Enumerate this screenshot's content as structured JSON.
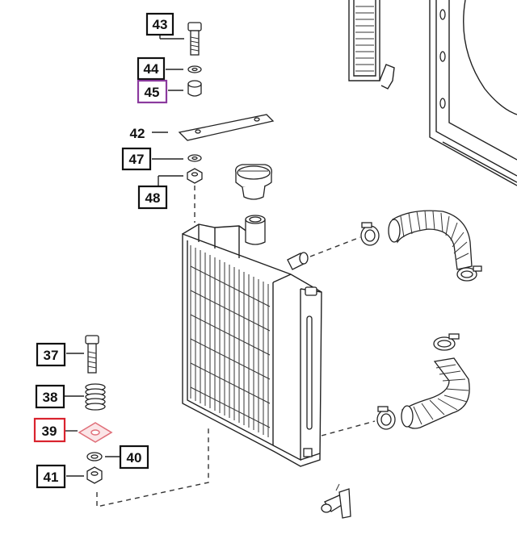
{
  "callouts": [
    {
      "id": "43",
      "label": "43",
      "style": "boxed"
    },
    {
      "id": "44",
      "label": "44",
      "style": "boxed"
    },
    {
      "id": "45",
      "label": "45",
      "style": "boxed",
      "color": "#8B3A9E"
    },
    {
      "id": "42",
      "label": "42",
      "style": "plain"
    },
    {
      "id": "47",
      "label": "47",
      "style": "boxed"
    },
    {
      "id": "48",
      "label": "48",
      "style": "boxed"
    },
    {
      "id": "37",
      "label": "37",
      "style": "boxed"
    },
    {
      "id": "38",
      "label": "38",
      "style": "boxed"
    },
    {
      "id": "39",
      "label": "39",
      "style": "boxed",
      "color": "#D9232E"
    },
    {
      "id": "40",
      "label": "40",
      "style": "boxed"
    },
    {
      "id": "41",
      "label": "41",
      "style": "boxed"
    }
  ],
  "colors": {
    "line": "#222222",
    "highlight_purple": "#8B3A9E",
    "highlight_red": "#D9232E",
    "red_part": "#E0707A"
  }
}
